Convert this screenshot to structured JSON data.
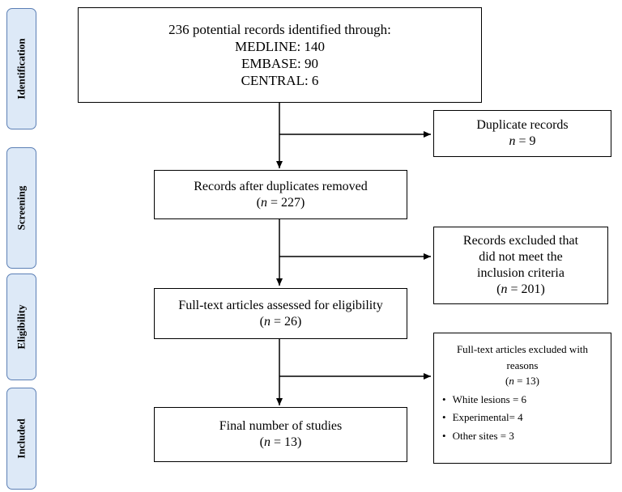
{
  "stages": [
    "Identification",
    "Screening",
    "Eligibility",
    "Included"
  ],
  "identification": {
    "title": "236 potential records identified through:",
    "sources": [
      "MEDLINE: 140",
      "EMBASE: 90",
      "CENTRAL: 6"
    ]
  },
  "duplicates": {
    "title": "Duplicate records",
    "n_prefix": "n",
    "n_value": " = 9"
  },
  "after_duplicates": {
    "title": "Records after duplicates removed",
    "n_prefix": "n",
    "n_value": " = 227"
  },
  "excluded_criteria": {
    "lines": [
      "Records excluded that",
      "did not meet the",
      "inclusion criteria"
    ],
    "n_prefix": "n",
    "n_value": " = 201"
  },
  "fulltext": {
    "title": "Full-text articles assessed for eligibility",
    "n_prefix": "n",
    "n_value": " = 26"
  },
  "fulltext_excluded": {
    "title_lines": [
      "Full-text articles excluded with",
      "reasons"
    ],
    "n_prefix": "n",
    "n_value": " = 13",
    "reasons": [
      "White lesions = 6",
      "Experimental= 4",
      "Other sites = 3"
    ]
  },
  "final": {
    "title": "Final number of studies",
    "n_prefix": "n",
    "n_value": " = 13"
  }
}
